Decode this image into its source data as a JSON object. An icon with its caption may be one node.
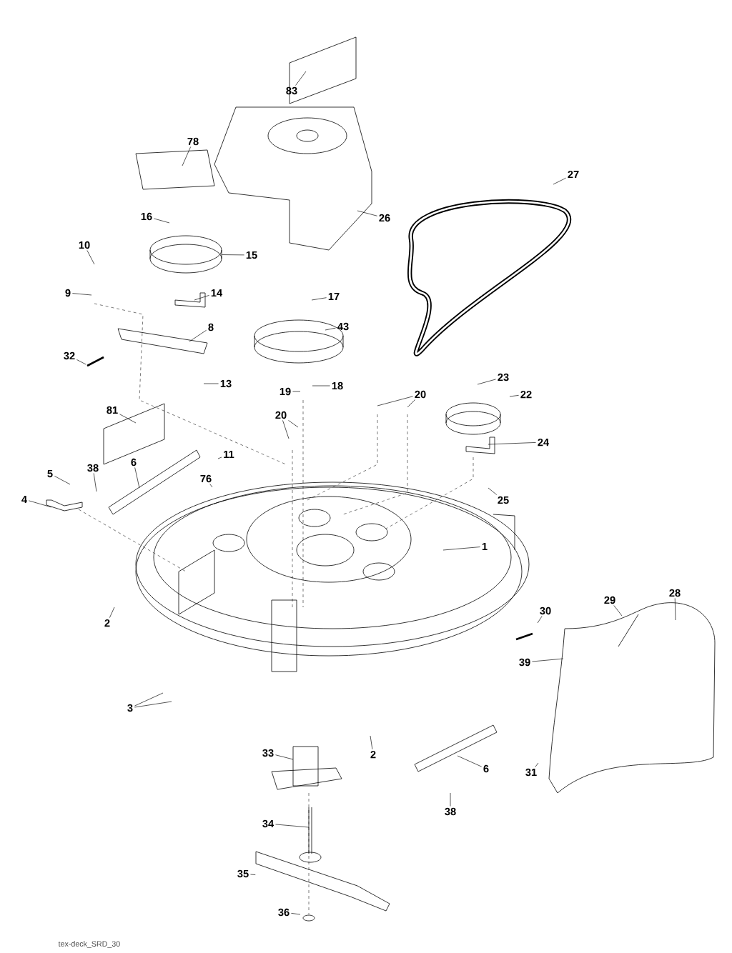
{
  "diagram": {
    "nodes": [
      {
        "text": [
          "83"
        ]
      },
      {
        "text": [
          "78"
        ]
      },
      {
        "text": [
          "27"
        ]
      },
      {
        "text": [
          "16"
        ]
      },
      {
        "text": [
          "26"
        ]
      },
      {
        "text": [
          "10"
        ]
      },
      {
        "text": [
          "15"
        ]
      },
      {
        "text": [
          "9"
        ]
      },
      {
        "text": [
          "14"
        ]
      },
      {
        "text": [
          "17"
        ]
      },
      {
        "text": [
          "43"
        ]
      },
      {
        "text": [
          "8"
        ]
      },
      {
        "text": [
          "32"
        ]
      },
      {
        "text": [
          "23"
        ]
      },
      {
        "text": [
          "13"
        ]
      },
      {
        "text": [
          "18"
        ]
      },
      {
        "text": [
          "19"
        ]
      },
      {
        "text": [
          "20"
        ]
      },
      {
        "text": [
          "22"
        ]
      },
      {
        "text": [
          "81"
        ]
      },
      {
        "text": [
          "20"
        ]
      },
      {
        "text": [
          "24"
        ]
      },
      {
        "text": [
          "11"
        ]
      },
      {
        "text": [
          "6"
        ]
      },
      {
        "text": [
          "38"
        ]
      },
      {
        "text": [
          "5"
        ]
      },
      {
        "text": [
          "76"
        ]
      },
      {
        "text": [
          "4"
        ]
      },
      {
        "text": [
          "25"
        ]
      },
      {
        "text": [
          "1"
        ]
      },
      {
        "text": [
          "28"
        ]
      },
      {
        "text": [
          "29"
        ]
      },
      {
        "text": [
          "30"
        ]
      },
      {
        "text": [
          "2"
        ]
      },
      {
        "text": [
          "39"
        ]
      },
      {
        "text": [
          "3"
        ]
      },
      {
        "text": [
          "33"
        ]
      },
      {
        "text": [
          "2"
        ]
      },
      {
        "text": [
          "6"
        ]
      },
      {
        "text": [
          "31"
        ]
      },
      {
        "text": [
          "38"
        ]
      },
      {
        "text": [
          "34"
        ]
      },
      {
        "text": [
          "35"
        ]
      },
      {
        "text": [
          "36"
        ]
      },
      {
        "text": [],
        "shape": "picture"
      },
      {
        "text": [],
        "shape": "picture"
      }
    ],
    "edges": [
      {
        "from": 0,
        "to": null,
        "arrow": "none"
      },
      {
        "from": 1,
        "to": null,
        "arrow": "none"
      },
      {
        "from": 2,
        "to": null,
        "arrow": "none"
      },
      {
        "from": 3,
        "to": null,
        "arrow": "none"
      },
      {
        "from": 4,
        "to": null,
        "arrow": "none"
      },
      {
        "from": 5,
        "to": null,
        "arrow": "none"
      },
      {
        "from": 6,
        "to": 44,
        "arrow": "none"
      },
      {
        "from": 7,
        "to": null,
        "arrow": "none"
      },
      {
        "from": 8,
        "to": null,
        "arrow": "none"
      },
      {
        "from": 9,
        "to": null,
        "arrow": "none"
      },
      {
        "from": 10,
        "to": null,
        "arrow": "none"
      },
      {
        "from": 11,
        "to": null,
        "arrow": "none"
      },
      {
        "from": 12,
        "to": null,
        "arrow": "none"
      },
      {
        "from": 13,
        "to": null,
        "arrow": "none"
      },
      {
        "from": 14,
        "to": null,
        "arrow": "none"
      },
      {
        "from": 15,
        "to": null,
        "arrow": "none"
      },
      {
        "from": 16,
        "to": null,
        "arrow": "none"
      },
      {
        "from": 17,
        "to": null,
        "arrow": "none"
      },
      {
        "from": 17,
        "to": null,
        "arrow": "none"
      },
      {
        "from": 18,
        "to": null,
        "arrow": "none"
      },
      {
        "from": 19,
        "to": null,
        "arrow": "none"
      },
      {
        "from": 20,
        "to": null,
        "arrow": "none"
      },
      {
        "from": 20,
        "to": null,
        "arrow": "none"
      },
      {
        "from": 21,
        "to": null,
        "arrow": "none"
      },
      {
        "from": 22,
        "to": null,
        "arrow": "none"
      },
      {
        "from": 23,
        "to": null,
        "arrow": "none"
      },
      {
        "from": 24,
        "to": null,
        "arrow": "none"
      },
      {
        "from": 25,
        "to": null,
        "arrow": "none"
      },
      {
        "from": 26,
        "to": null,
        "arrow": "none"
      },
      {
        "from": 27,
        "to": null,
        "arrow": "none"
      },
      {
        "from": 28,
        "to": null,
        "arrow": "none"
      },
      {
        "from": 29,
        "to": null,
        "arrow": "none"
      },
      {
        "from": 30,
        "to": null,
        "arrow": "none"
      },
      {
        "from": 31,
        "to": null,
        "arrow": "none"
      },
      {
        "from": 32,
        "to": null,
        "arrow": "none"
      },
      {
        "from": 33,
        "to": null,
        "arrow": "none"
      },
      {
        "from": 34,
        "to": null,
        "arrow": "none"
      },
      {
        "from": 35,
        "to": null,
        "arrow": "none"
      },
      {
        "from": 35,
        "to": null,
        "arrow": "none"
      },
      {
        "from": 36,
        "to": null,
        "arrow": "none"
      },
      {
        "from": 37,
        "to": null,
        "arrow": "none"
      },
      {
        "from": 38,
        "to": null,
        "arrow": "none"
      },
      {
        "from": 39,
        "to": null,
        "arrow": "none"
      },
      {
        "from": 40,
        "to": null,
        "arrow": "none"
      },
      {
        "from": 41,
        "to": null,
        "arrow": "none"
      },
      {
        "from": 42,
        "to": 45,
        "arrow": "none"
      },
      {
        "from": 43,
        "to": null,
        "arrow": "none"
      }
    ],
    "labels": [
      "tex-deck_SRD_30"
    ]
  }
}
